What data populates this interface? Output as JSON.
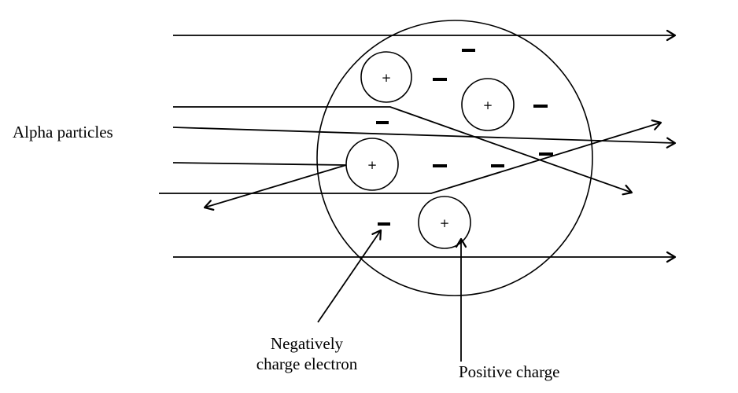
{
  "labels": {
    "alpha_particles": "Alpha particles",
    "negative_electron_line1": "Negatively",
    "negative_electron_line2": "charge electron",
    "positive_charge": "Positive charge"
  },
  "symbols": {
    "positive": "+"
  },
  "colors": {
    "stroke": "#000000",
    "background": "#ffffff"
  }
}
